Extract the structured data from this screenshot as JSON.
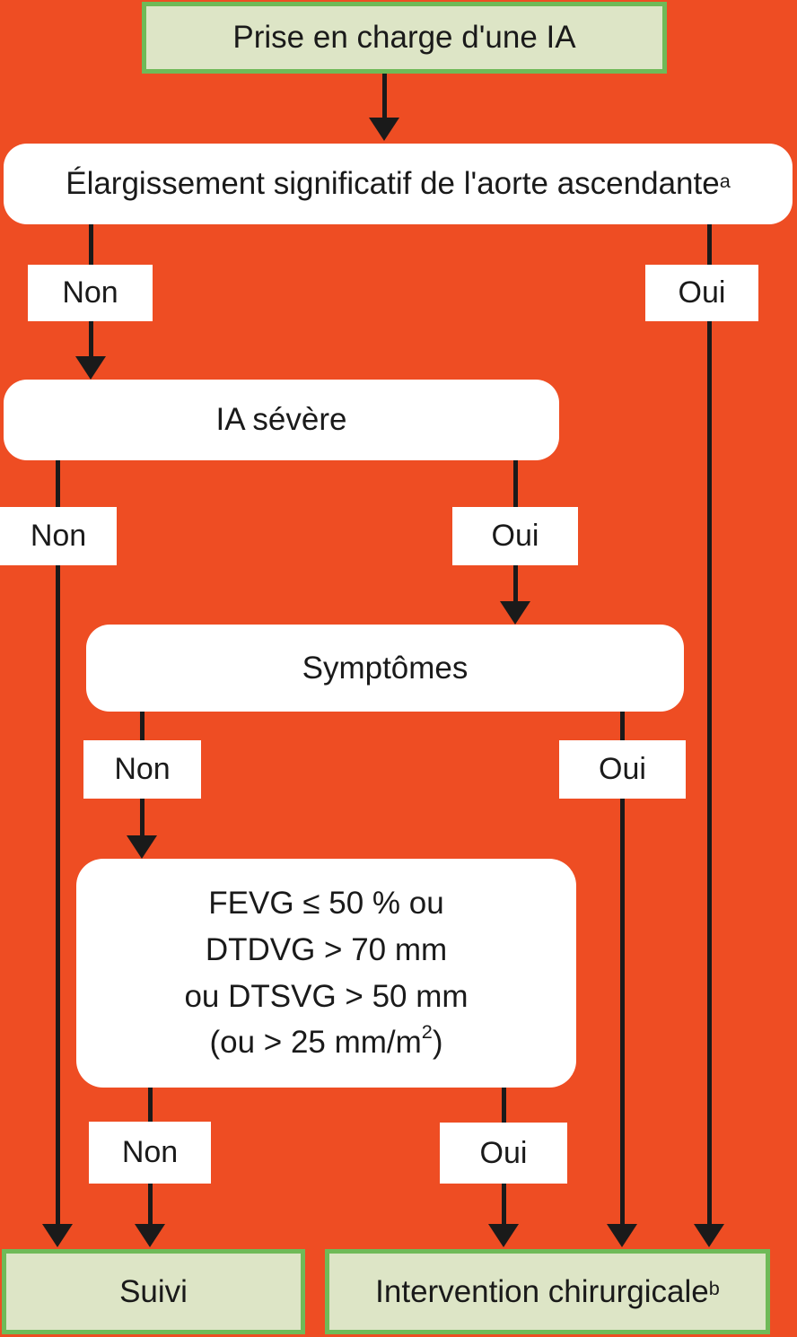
{
  "palette": {
    "background": "#EE4D23",
    "connector": "#1A1A1A",
    "node_fill": "#FFFFFF",
    "terminal_fill": "#DDE5C6",
    "terminal_border": "#6FBA58",
    "ink": "#1A1A1A"
  },
  "labels": {
    "no": "Non",
    "yes": "Oui"
  },
  "nodes": {
    "start": {
      "text": "Prise en charge d'une IA"
    },
    "aorta": {
      "text": "Élargissement significatif de l'aorte ascendante",
      "sup": "a"
    },
    "severe": {
      "text": "IA sévère"
    },
    "symptoms": {
      "text": "Symptômes"
    },
    "criteria": {
      "line1": "FEVG ≤ 50 % ou",
      "line2": "DTDVG > 70 mm",
      "line3": "ou DTSVG > 50 mm",
      "line4_pre": "(ou > 25 mm/m",
      "line4_sup": "2",
      "line4_post": ")"
    },
    "follow_up": {
      "text": "Suivi"
    },
    "surgery": {
      "text": "Intervention chirurgicale",
      "sup": "b"
    }
  }
}
